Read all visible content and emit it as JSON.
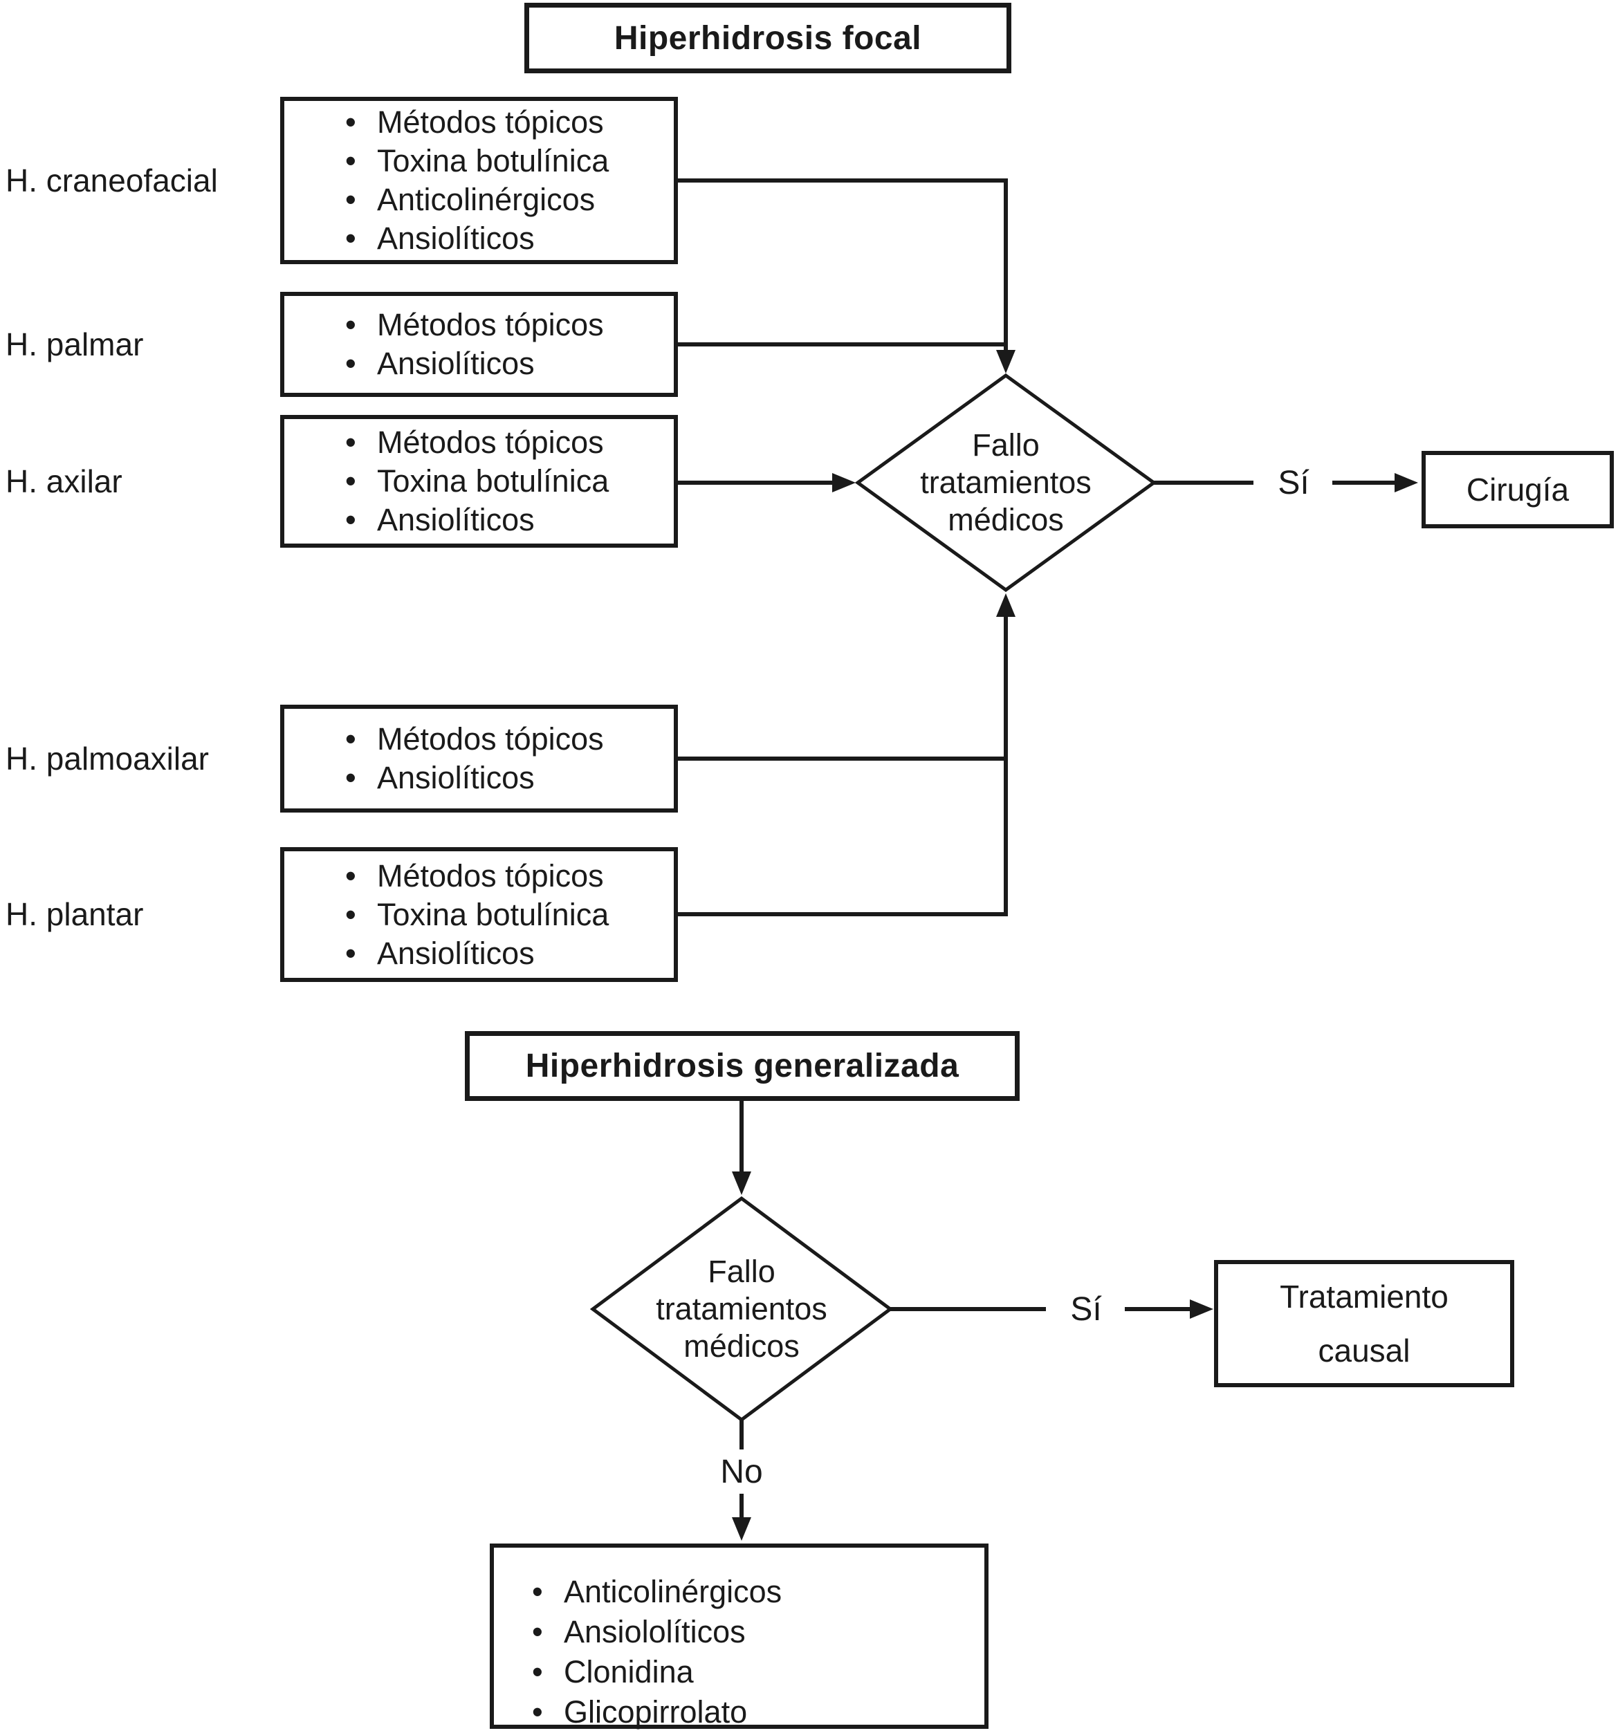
{
  "colors": {
    "ink": "#1a1a1a",
    "background": "#ffffff"
  },
  "glyphs": {
    "bullet": "•"
  },
  "focal_section": {
    "title": "Hiperhidrosis focal",
    "rows": [
      {
        "label": "H. craneofacial",
        "treatments": [
          "Métodos tópicos",
          "Toxina botulínica",
          "Anticolinérgicos",
          "Ansiolíticos"
        ]
      },
      {
        "label": "H. palmar",
        "treatments": [
          "Métodos tópicos",
          "Ansiolíticos"
        ]
      },
      {
        "label": "H. axilar",
        "treatments": [
          "Métodos tópicos",
          "Toxina botulínica",
          "Ansiolíticos"
        ]
      },
      {
        "label": "H. palmoaxilar",
        "treatments": [
          "Métodos tópicos",
          "Ansiolíticos"
        ]
      },
      {
        "label": "H. plantar",
        "treatments": [
          "Métodos tópicos",
          "Toxina botulínica",
          "Ansiolíticos"
        ]
      }
    ],
    "decision": {
      "line1": "Fallo",
      "line2": "tratamientos",
      "line3": "médicos"
    },
    "yes_label": "Sí",
    "yes_outcome": "Cirugía"
  },
  "generalized_section": {
    "title": "Hiperhidrosis generalizada",
    "decision": {
      "line1": "Fallo",
      "line2": "tratamientos",
      "line3": "médicos"
    },
    "yes_label": "Sí",
    "yes_outcome": {
      "line1": "Tratamiento",
      "line2": "causal"
    },
    "no_label": "No",
    "no_treatments": [
      "Anticolinérgicos",
      "Ansiololíticos",
      "Clonidina",
      "Glicopirrolato"
    ]
  }
}
